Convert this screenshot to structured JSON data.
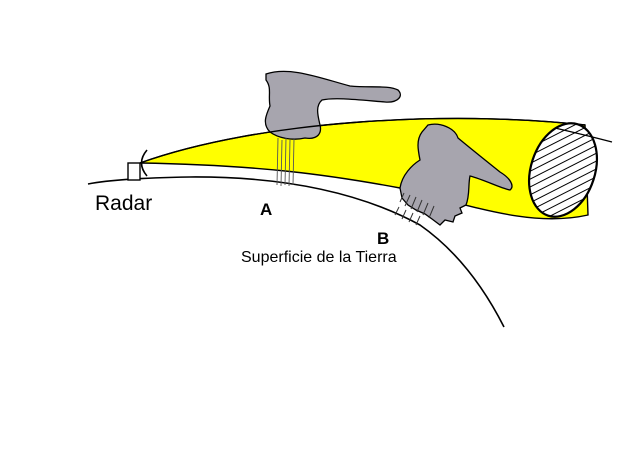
{
  "labels": {
    "radar": "Radar",
    "point_a": "A",
    "point_b": "B",
    "surface": "Superficie de la Tierra"
  },
  "colors": {
    "beam": "#FFFF00",
    "cloud": "#A7A5AE",
    "outline": "#000000",
    "background": "#FFFFFF"
  }
}
